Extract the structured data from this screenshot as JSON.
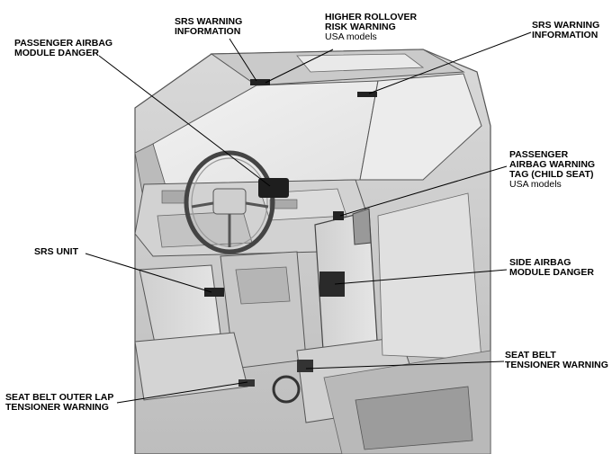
{
  "labels": {
    "srs_warning_info_top": [
      "SRS WARNING",
      "INFORMATION"
    ],
    "higher_rollover": [
      "HIGHER ROLLOVER",
      "RISK WARNING"
    ],
    "higher_rollover_note": "USA models",
    "srs_warning_info_right": [
      "SRS WARNING",
      "INFORMATION"
    ],
    "passenger_airbag_module": [
      "PASSENGER AIRBAG",
      "MODULE DANGER"
    ],
    "passenger_airbag_tag": [
      "PASSENGER",
      "AIRBAG WARNING",
      "TAG (CHILD SEAT)"
    ],
    "passenger_airbag_tag_note": "USA models",
    "srs_unit": [
      "SRS UNIT"
    ],
    "side_airbag_module": [
      "SIDE AIRBAG",
      "MODULE DANGER"
    ],
    "seat_belt_tensioner": [
      "SEAT BELT",
      "TENSIONER WARNING"
    ],
    "seat_belt_outer_lap": [
      "SEAT BELT OUTER LAP",
      "TENSIONER WARNING"
    ]
  }
}
